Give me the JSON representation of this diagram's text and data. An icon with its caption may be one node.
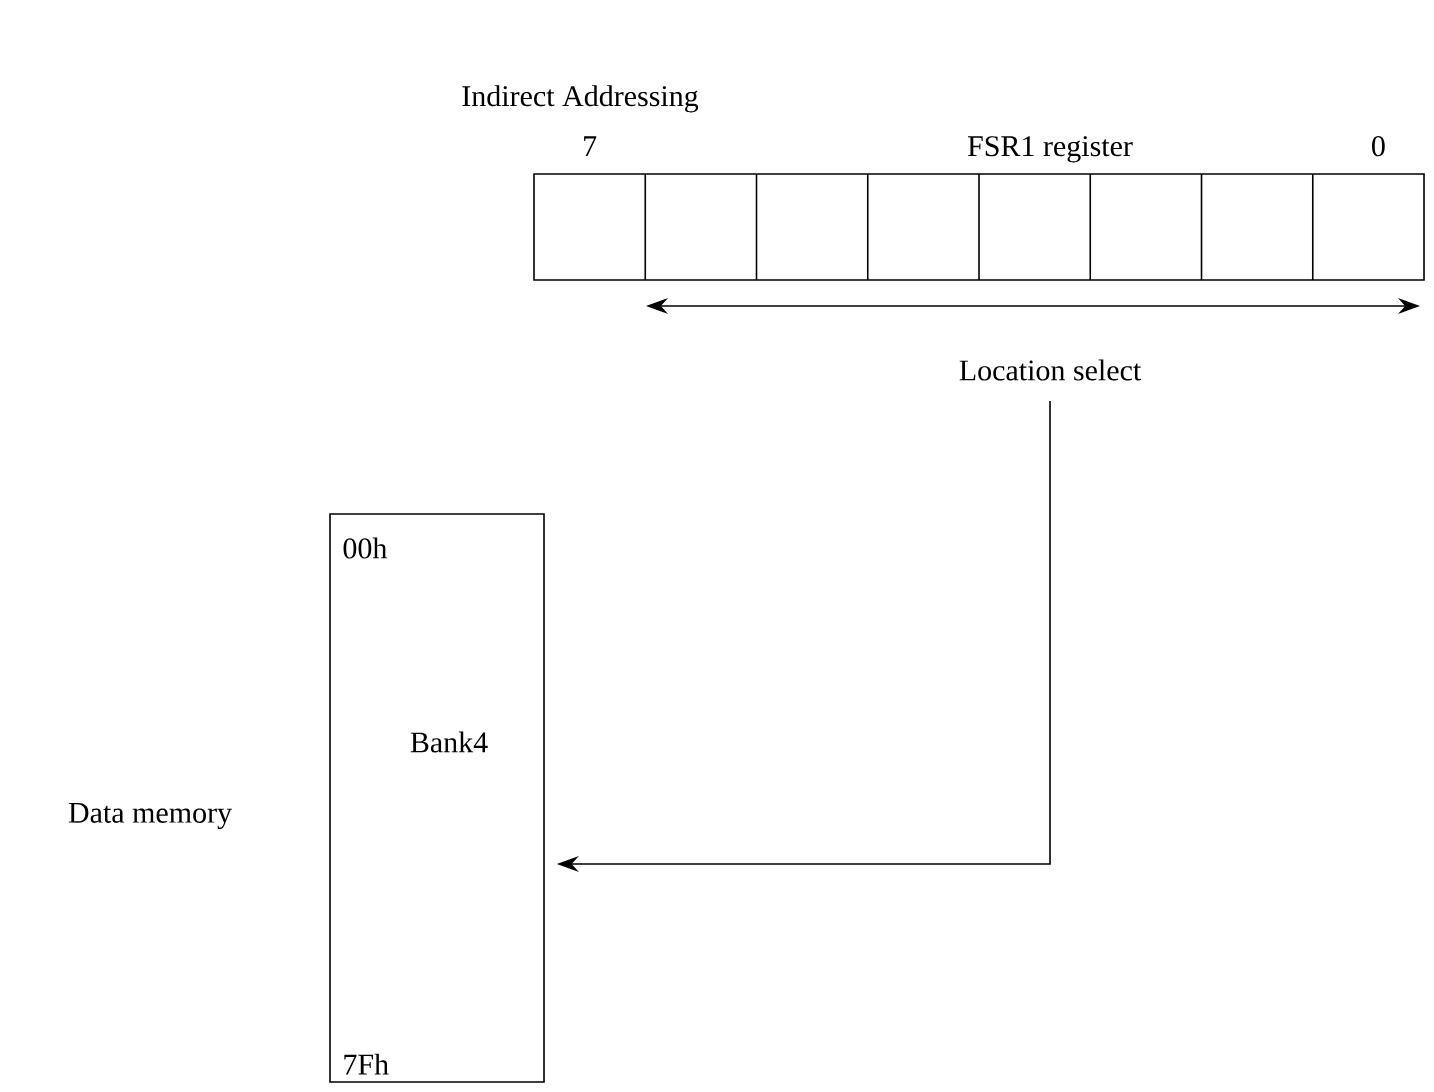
{
  "diagram": {
    "title": "Indirect Addressing",
    "nodes": [
      {
        "text": [
          "7",
          "FSR1 register",
          "0"
        ]
      },
      {
        "text": [
          "Location select"
        ]
      },
      {
        "text": [
          "00h",
          "Bank4",
          "7Fh"
        ],
        "beside": [
          "Data memory"
        ]
      }
    ],
    "edges": [
      {
        "from": 1,
        "to": 2,
        "arrow": "to"
      }
    ]
  }
}
